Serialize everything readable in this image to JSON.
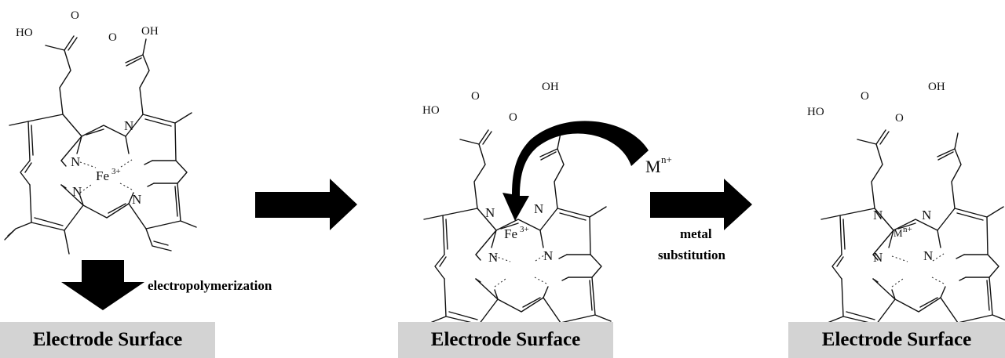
{
  "labels": {
    "electropolymerization": "electropolymerization",
    "metal_substitution_line1": "metal",
    "metal_substitution_line2": "substitution",
    "incoming_metal": "M",
    "incoming_metal_charge": "n+"
  },
  "surfaces": [
    {
      "label": "Electrode Surface"
    },
    {
      "label": "Electrode Surface"
    },
    {
      "label": "Electrode Surface"
    }
  ],
  "molecules": [
    {
      "metal": "Fe",
      "charge": "3+",
      "nitrogen": "N",
      "hydroxyl_left": "HO",
      "hydroxyl_right": "OH",
      "oxygen": "O"
    },
    {
      "metal": "Fe",
      "charge": "3+",
      "nitrogen": "N",
      "hydroxyl_left": "HO",
      "hydroxyl_right": "OH",
      "oxygen": "O"
    },
    {
      "metal": "M",
      "charge": "n+",
      "nitrogen": "N",
      "hydroxyl_left": "HO",
      "hydroxyl_right": "OH",
      "oxygen": "O"
    }
  ],
  "colors": {
    "surface_fill": "#d3d3d3",
    "arrow_fill": "#000000",
    "bond_stroke": "#111111"
  }
}
